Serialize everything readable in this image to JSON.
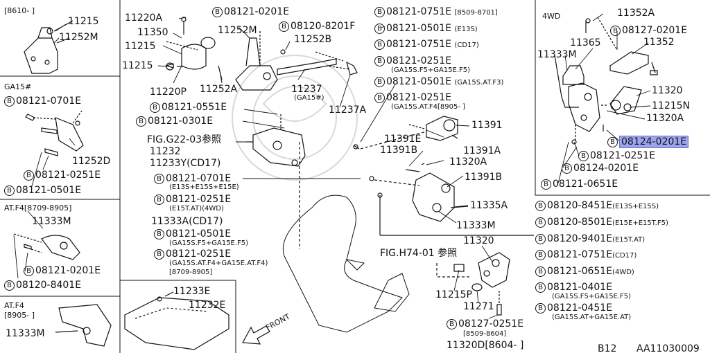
{
  "bolt_mark": "B",
  "panels": {
    "p1": {
      "header": "[8610-    ]",
      "p1": "11215",
      "p2": "11252M"
    },
    "p2": {
      "header": "GA15#",
      "b1": "08121-0701E",
      "p1": "11252D",
      "b2": "08121-0251E",
      "b3": "08121-0501E"
    },
    "p3": {
      "header": "AT.F4[8709-8905]",
      "p1": "11333M",
      "b1": "08121-0201E",
      "b2": "08120-8401E"
    },
    "p4": {
      "header": "AT.F4",
      "header2": "[8905-    ]",
      "p1": "11333M"
    },
    "p5": {
      "p1": "11233E",
      "p2": "11232E"
    },
    "p6": {
      "header": "4WD",
      "p1": "11352A",
      "b1": "08127-0201E",
      "p2": "11365",
      "p3": "11352",
      "p4": "11333M",
      "p5": "11320",
      "p6": "11215N",
      "p7": "11320A",
      "b2": "08124-0201E",
      "b3": "08121-0251E",
      "b4": "08124-0201E",
      "b5": "08121-0651E"
    }
  },
  "center": {
    "c1": "11220A",
    "c2": "11350",
    "c3": "11215",
    "c4": "11215",
    "c5": "11220P",
    "c6": "11252M",
    "c7": "11252A",
    "b1": "08121-0201E",
    "b2": "08120-8201F",
    "c8": "11252B",
    "c9": "11237",
    "c9n": "(GA15#)",
    "c10": "11237A",
    "b3": "08121-0551E",
    "b4": "08121-0301E",
    "fig1": "FIG.G22-03参照",
    "c11": "11232",
    "c12": "11233Y(CD17)",
    "b5": "08121-0701E",
    "n5": "(E13S+E15S+E15E)",
    "b6": "08121-0251E",
    "n6": "(E15T.AT)(4WD)",
    "c13": "11333A(CD17)",
    "b7": "08121-0501E",
    "n7": "(GA15S.F5+GA15E.F5)",
    "b8": "08121-0251E",
    "n8": "(GA15S.AT.F4+GA15E.AT.F4)",
    "n8b": "[8709-8905]",
    "front": "FRONT"
  },
  "right_list": {
    "r1": "08121-0751E",
    "r1n": "[8509-8701]",
    "r2": "08121-0501E",
    "r2n": "(E13S)",
    "r3": "08121-0751E",
    "r3n": "(CD17)",
    "r4": "08121-0251E",
    "r4n": "(GA15S.F5+GA15E.F5)",
    "r5": "08121-0501E",
    "r5n": "(GA15S.AT.F3)",
    "r6": "08121-0251E",
    "r6n": "(GA15S.AT.F4[8905-      ]"
  },
  "mid": {
    "m1": "11391",
    "m2": "11391E",
    "m3": "11391A",
    "m4": "11391B",
    "m5": "11320A",
    "m6": "11391B",
    "m7": "11335A",
    "m8": "11333M",
    "fig2": "FIG.H74-01 参照",
    "m9": "11320",
    "m10": "11215P",
    "m11": "11271",
    "b1": "08127-0251E",
    "n1": "[8509-8604]",
    "m12": "11320D[8604-      ]"
  },
  "lower_right": [
    {
      "code": "08120-8451E",
      "note": "(E13S+E15S)"
    },
    {
      "code": "08120-8501E",
      "note": "(E15E+E15T.F5)"
    },
    {
      "code": "08120-9401E",
      "note": "(E15T.AT)"
    },
    {
      "code": "08121-0751E",
      "note": "(CD17)"
    },
    {
      "code": "08121-0651E",
      "note": "(4WD)"
    },
    {
      "code": "08121-0401E",
      "note": "(GA15S.F5+GA15E.F5)"
    },
    {
      "code": "08121-0451E",
      "note": "(GA15S.AT+GA15E.AT)"
    }
  ],
  "footer": {
    "page": "B12",
    "ref": "AA11030009"
  },
  "highlight_color": "#9ea5ee"
}
